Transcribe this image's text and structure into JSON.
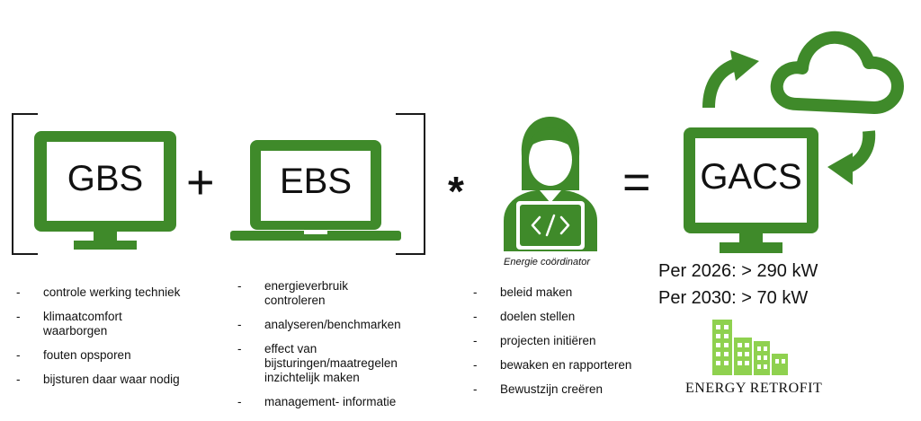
{
  "colors": {
    "green": "#3f8a2a",
    "logo_green": "#8fd14f",
    "text": "#111111",
    "bracket": "#1a1a1a"
  },
  "formula": {
    "gbs_label": "GBS",
    "plus": "+",
    "ebs_label": "EBS",
    "times": "*",
    "equals": "=",
    "gacs_label": "GACS"
  },
  "coordinator": {
    "caption": "Energie coördinator",
    "icon": "developer-laptop-icon"
  },
  "gbs_tasks": [
    "controle werking techniek",
    "klimaatcomfort waarborgen",
    "fouten opsporen",
    "bijsturen daar waar nodig"
  ],
  "ebs_tasks": [
    "energieverbruik controleren",
    "analyseren/benchmarken",
    "effect van bijsturingen/maatregelen inzichtelijk maken",
    "management- informatie"
  ],
  "coordinator_tasks": [
    "beleid maken",
    "doelen stellen",
    "projecten initiëren",
    "bewaken en rapporteren",
    "Bewustzijn creëren"
  ],
  "gacs": {
    "target_2026": "Per 2026: > 290 kW",
    "target_2030": "Per 2030: > 70 kW",
    "cloud_icon": "cloud-sync-icon"
  },
  "logo": {
    "text": "ENERGY RETROFIT",
    "icon": "buildings-icon"
  },
  "list_bullet": "-"
}
